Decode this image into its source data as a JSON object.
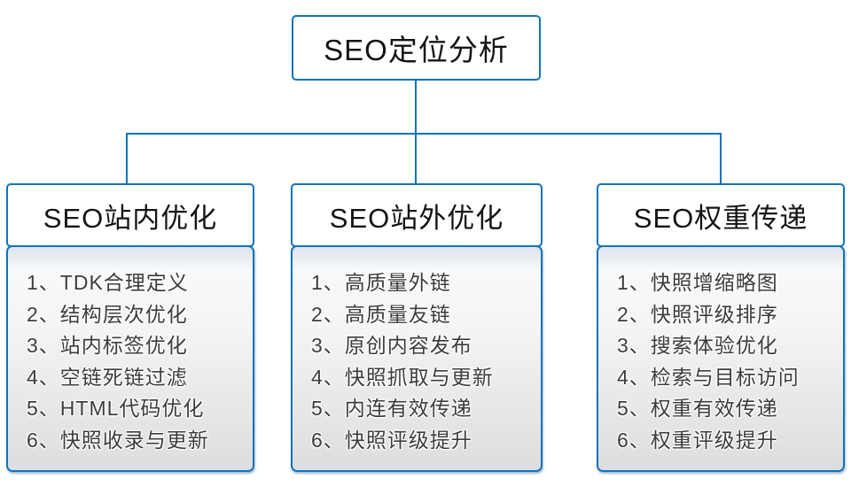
{
  "diagram": {
    "root": {
      "label": "SEO定位分析"
    },
    "branches": [
      {
        "header": "SEO站内优化",
        "items": [
          "1、TDK合理定义",
          "2、结构层次优化",
          "3、站内标签优化",
          "4、空链死链过滤",
          "5、HTML代码优化",
          "6、快照收录与更新"
        ]
      },
      {
        "header": "SEO站外优化",
        "items": [
          "1、高质量外链",
          "2、高质量友链",
          "3、原创内容发布",
          "4、快照抓取与更新",
          "5、内连有效传递",
          "6、快照评级提升"
        ]
      },
      {
        "header": "SEO权重传递",
        "items": [
          "1、快照增缩略图",
          "2、快照评级排序",
          "3、搜索体验优化",
          "4、检索与目标访问",
          "5、权重有效传递",
          "6、权重评级提升"
        ]
      }
    ]
  },
  "colors": {
    "accent_border": "#1173bd",
    "panel_gradient_top": "#dde4eb",
    "panel_gradient_bottom": "#dcdddf",
    "header_text": "#141414",
    "item_text": "#3c3c3c"
  }
}
